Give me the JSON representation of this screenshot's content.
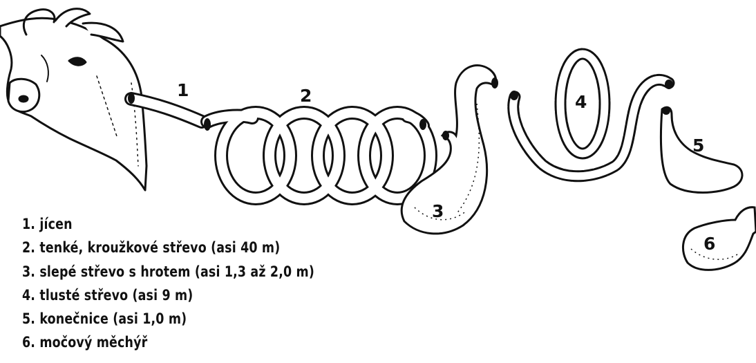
{
  "diagram": {
    "part_numbers": [
      "1",
      "2",
      "3",
      "4",
      "5",
      "6"
    ],
    "legend": [
      "1. jícen",
      "2. tenké, kroužkové střevo (asi 40 m)",
      "3. slepé střevo s hrotem (asi 1,3 až 2,0 m)",
      "4. tlusté střevo (asi 9 m)",
      "5. konečnice (asi 1,0 m)",
      "6. močový měchýř"
    ]
  }
}
